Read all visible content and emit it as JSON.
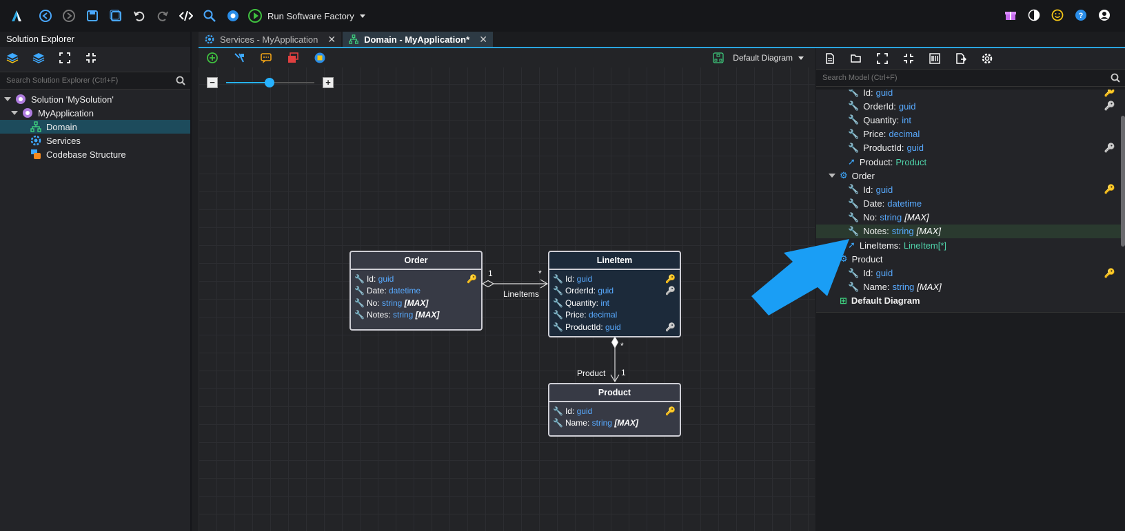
{
  "toolbar": {
    "run_label": "Run Software Factory"
  },
  "solution_explorer": {
    "title": "Solution Explorer",
    "search_placeholder": "Search Solution Explorer (Ctrl+F)",
    "items": [
      {
        "label": "Solution 'MySolution'"
      },
      {
        "label": "MyApplication"
      },
      {
        "label": "Domain"
      },
      {
        "label": "Services"
      },
      {
        "label": "Codebase Structure"
      }
    ]
  },
  "tabs": [
    {
      "label": "Services - MyApplication"
    },
    {
      "label": "Domain - MyApplication*"
    }
  ],
  "canvas": {
    "diagram_select": "Default Diagram",
    "zoom_minus": "−",
    "zoom_plus": "+"
  },
  "classes": {
    "order": {
      "name": "Order",
      "attrs": [
        {
          "name": "Id",
          "type": "guid",
          "extra": ""
        },
        {
          "name": "Date",
          "type": "datetime",
          "extra": ""
        },
        {
          "name": "No",
          "type": "string",
          "extra": "[MAX]"
        },
        {
          "name": "Notes",
          "type": "string",
          "extra": "[MAX]"
        }
      ]
    },
    "lineitem": {
      "name": "LineItem",
      "attrs": [
        {
          "name": "Id",
          "type": "guid",
          "extra": ""
        },
        {
          "name": "OrderId",
          "type": "guid",
          "extra": ""
        },
        {
          "name": "Quantity",
          "type": "int",
          "extra": ""
        },
        {
          "name": "Price",
          "type": "decimal",
          "extra": ""
        },
        {
          "name": "ProductId",
          "type": "guid",
          "extra": ""
        }
      ]
    },
    "product": {
      "name": "Product",
      "attrs": [
        {
          "name": "Id",
          "type": "guid",
          "extra": ""
        },
        {
          "name": "Name",
          "type": "string",
          "extra": "[MAX]"
        }
      ]
    }
  },
  "relations": {
    "order_line_label": "LineItems",
    "order_mult": "1",
    "line_mult": "*",
    "product_label": "Product",
    "product_mult_top": "*",
    "product_mult_bottom": "1"
  },
  "model": {
    "search_placeholder": "Search Model (Ctrl+F)",
    "rows": [
      {
        "name": "Id:",
        "type": "guid",
        "extra": ""
      },
      {
        "name": "OrderId:",
        "type": "guid",
        "extra": ""
      },
      {
        "name": "Quantity:",
        "type": "int",
        "extra": ""
      },
      {
        "name": "Price:",
        "type": "decimal",
        "extra": ""
      },
      {
        "name": "ProductId:",
        "type": "guid",
        "extra": ""
      },
      {
        "name": "Product:",
        "type": "Product",
        "extra": ""
      },
      {
        "name": "Order"
      },
      {
        "name": "Id:",
        "type": "guid",
        "extra": ""
      },
      {
        "name": "Date:",
        "type": "datetime",
        "extra": ""
      },
      {
        "name": "No:",
        "type": "string",
        "extra": "[MAX]"
      },
      {
        "name": "Notes:",
        "type": "string",
        "extra": "[MAX]"
      },
      {
        "name": "LineItems:",
        "type": "LineItem[*]",
        "extra": ""
      },
      {
        "name": "Product"
      },
      {
        "name": "Id:",
        "type": "guid",
        "extra": ""
      },
      {
        "name": "Name:",
        "type": "string",
        "extra": "[MAX]"
      },
      {
        "name": "Default Diagram"
      }
    ]
  },
  "colors": {
    "accent": "#2aa5e0",
    "type_blue": "#58aaff",
    "assoc_green": "#4fd0a8",
    "arrow": "#1a9ef5"
  }
}
